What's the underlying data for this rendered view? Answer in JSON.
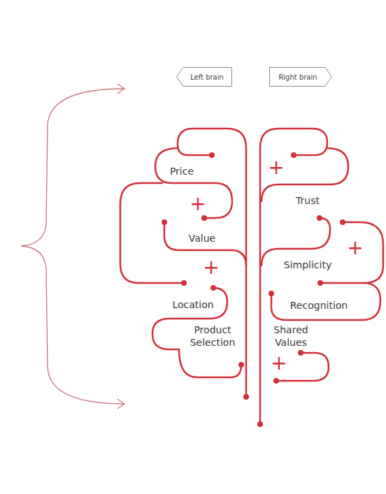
{
  "diagram": {
    "nodes": [
      {
        "text": [
          "Left brain"
        ]
      },
      {
        "text": [
          "Right brain"
        ]
      }
    ],
    "labels": [
      "Price",
      "Value",
      "Location",
      "Product Selection",
      "Trust",
      "Simplicity",
      "Recognition",
      "Shared Values",
      "+",
      "+",
      "+",
      "+",
      "+"
    ]
  }
}
